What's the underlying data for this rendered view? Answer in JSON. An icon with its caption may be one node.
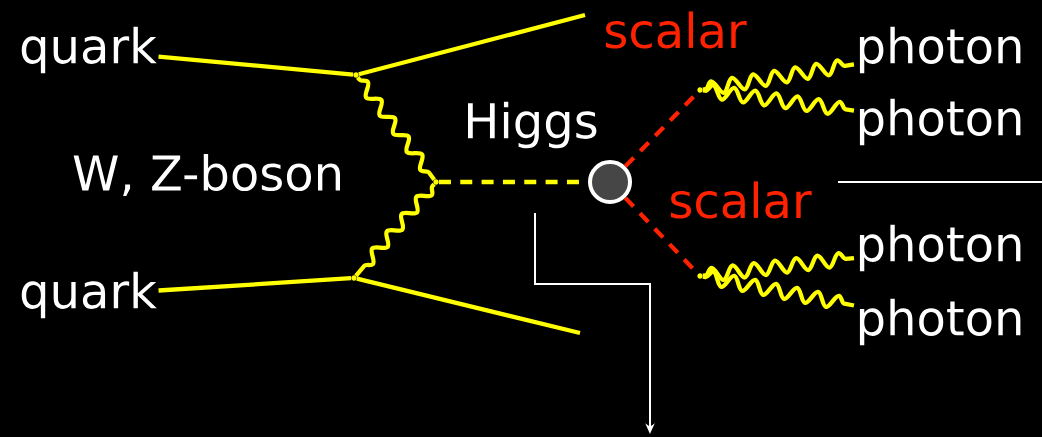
{
  "diagram": {
    "nodes": [
      {
        "text": [
          "quark"
        ]
      },
      {
        "text": [
          "quark"
        ]
      },
      {
        "text": [],
        "shape": "point"
      },
      {
        "text": [],
        "shape": "point"
      },
      {
        "text": [],
        "shape": "point"
      },
      {
        "text": [],
        "shape": "circle"
      },
      {
        "text": [],
        "shape": "point"
      },
      {
        "text": [],
        "shape": "point"
      },
      {
        "text": [
          "photon"
        ]
      },
      {
        "text": [
          "photon"
        ]
      },
      {
        "text": [
          "photon"
        ]
      },
      {
        "text": [
          "photon"
        ]
      }
    ],
    "edges": [
      {
        "from": 0,
        "to": 2,
        "arrow": "none"
      },
      {
        "from": 2,
        "to": null,
        "arrow": "none"
      },
      {
        "from": 1,
        "to": 3,
        "arrow": "none"
      },
      {
        "from": 3,
        "to": null,
        "arrow": "none"
      },
      {
        "from": 2,
        "to": 4,
        "arrow": "none"
      },
      {
        "from": 4,
        "to": 3,
        "arrow": "none"
      },
      {
        "from": 4,
        "to": 5,
        "arrow": "none",
        "style": "dashed",
        "label": "Higgs"
      },
      {
        "from": 5,
        "to": 6,
        "arrow": "none",
        "style": "dashed",
        "color": "#ff2200",
        "label": "scalar"
      },
      {
        "from": 5,
        "to": 7,
        "arrow": "none",
        "style": "dashed",
        "color": "#ff2200",
        "label": "scalar"
      },
      {
        "from": 6,
        "to": 8,
        "arrow": "none"
      },
      {
        "from": 6,
        "to": 9,
        "arrow": "none"
      },
      {
        "from": 7,
        "to": 10,
        "arrow": "none"
      },
      {
        "from": 7,
        "to": 11,
        "arrow": "none"
      }
    ],
    "labels": [
      "W, Z-boson"
    ]
  }
}
